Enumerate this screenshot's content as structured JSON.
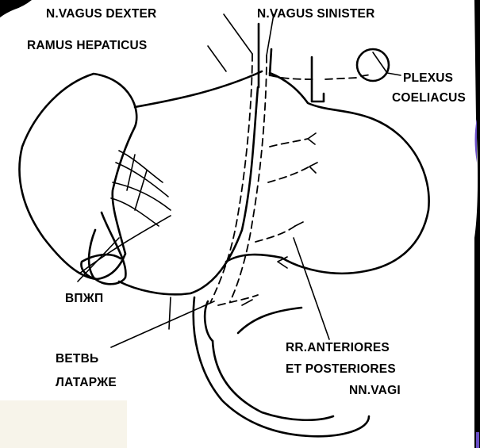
{
  "labels": {
    "vagus_dexter": "N.VAGUS DEXTER",
    "vagus_sinister": "N.VAGUS SINISTER",
    "ramus_hepaticus": "RAMUS HEPATICUS",
    "plexus_line1": "PLEXUS",
    "plexus_line2": "COELIACUS",
    "vpzhp": "ВПЖП",
    "latarjet_line1": "ВЕТВЬ",
    "latarjet_line2": "ЛАТАРЖЕ",
    "rr_line1": "RR.ANTERIORES",
    "rr_line2": "ET POSTERIORES",
    "rr_line3": "NN.VAGI"
  },
  "colors": {
    "ink": "#000000",
    "background": "#ffffff",
    "edge_accent": "#6a4fc8"
  }
}
